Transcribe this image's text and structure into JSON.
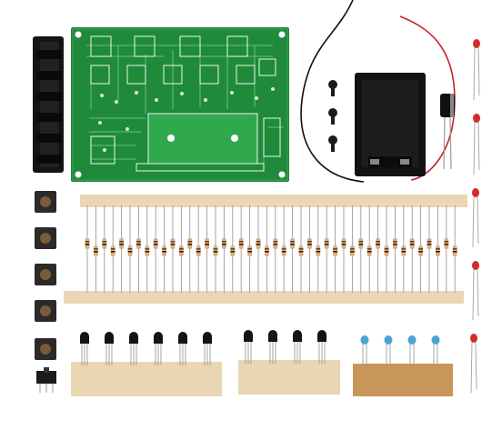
{
  "scene": {
    "background": "#ffffff",
    "colors": {
      "pcb": "#1f8a3a",
      "pcb_trace": "#67c07a",
      "silkscreen": "#eef6ee",
      "tape": "#e9d6b3",
      "resistor_body": "#d8b07a",
      "led_red": "#d42a2a",
      "led_blue": "#4aa3d8",
      "battery_holder": "#121212",
      "wire_red": "#c8202a",
      "wire_black": "#111111",
      "capacitor": "#101010",
      "header": "#1a1a1a"
    },
    "counts": {
      "resistors": 44,
      "push_buttons": 5,
      "screws": 3,
      "red_leds": 5,
      "blue_leds": 4,
      "transistors": 10
    }
  }
}
